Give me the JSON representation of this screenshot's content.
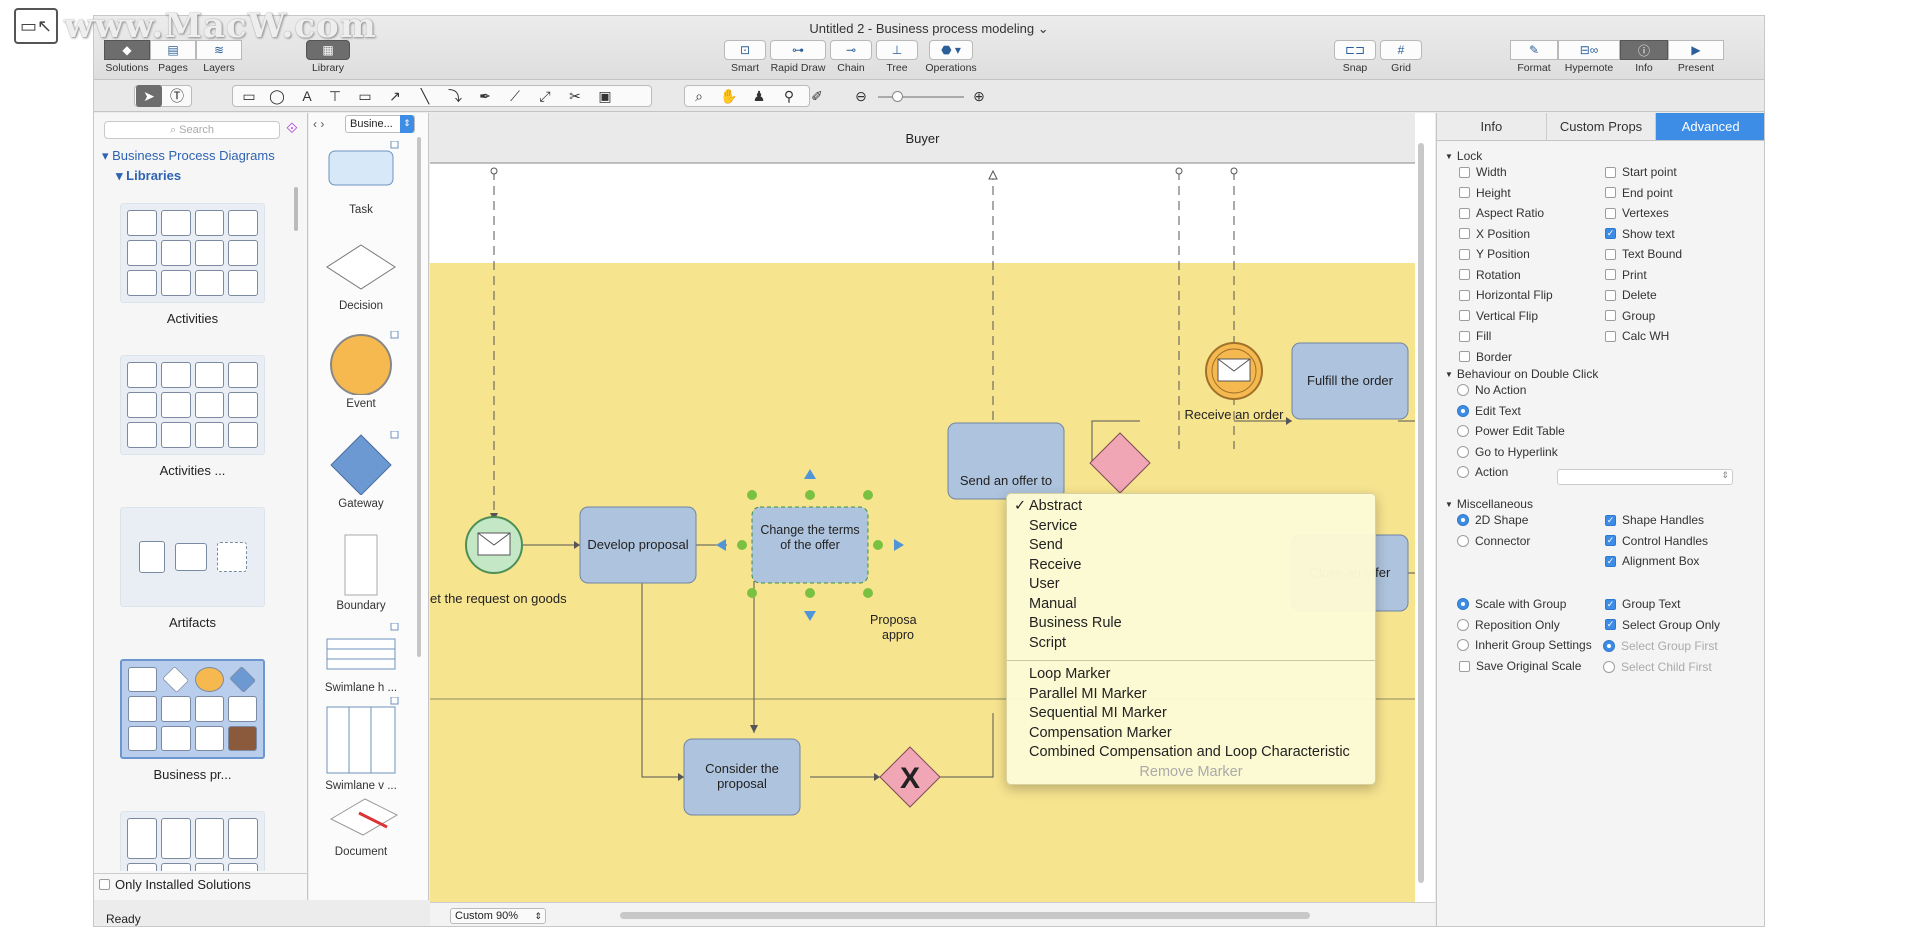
{
  "watermark": {
    "icon": "screen-cursor-icon",
    "text": "www.MacW.com"
  },
  "window": {
    "title": "Untitled 2 - Business process modeling ⌄"
  },
  "toolbar": {
    "solutions": "Solutions",
    "pages": "Pages",
    "layers": "Layers",
    "library": "Library",
    "smart": "Smart",
    "rapid_draw": "Rapid Draw",
    "chain": "Chain",
    "tree": "Tree",
    "operations": "Operations",
    "snap": "Snap",
    "grid": "Grid",
    "format": "Format",
    "hypernote": "Hypernote",
    "info": "Info",
    "present": "Present"
  },
  "sidebar": {
    "search_placeholder": "Search",
    "tree_root": "Business Process Diagrams",
    "tree_child": "Libraries",
    "libraries": [
      "Activities",
      "Activities ...",
      "Artifacts",
      "Business pr..."
    ],
    "only_installed": "Only Installed Solutions",
    "status": "Ready"
  },
  "library_panel": {
    "dropdown": "Busine...",
    "shapes": [
      "Task",
      "Decision",
      "Event",
      "Gateway",
      "Boundary",
      "Swimlane h ...",
      "Swimlane v ...",
      "Document"
    ]
  },
  "canvas": {
    "lane_header": "Buyer",
    "nodes": {
      "develop": "Develop proposal",
      "change": "Change the terms of the offer",
      "consider": "Consider the proposal",
      "send_offer": "Send an offer to",
      "fulfill": "Fulfill the order",
      "close": "Close an offer",
      "receive_label": "Receive an order",
      "request_label": "et the request on goods",
      "proposal_label_1": "Proposa",
      "proposal_label_2": "appro"
    },
    "zoom": "Custom 90%"
  },
  "context_menu": {
    "checked": "Abstract",
    "group1": [
      "Abstract",
      "Service",
      "Send",
      "Receive",
      "User",
      "Manual",
      "Business Rule",
      "Script"
    ],
    "group2": [
      "Loop Marker",
      "Parallel MI Marker",
      "Sequential MI Marker",
      "Compensation Marker",
      "Combined Compensation and Loop Characteristic"
    ],
    "disabled": "Remove Marker"
  },
  "inspector": {
    "tabs": [
      "Info",
      "Custom Props",
      "Advanced"
    ],
    "active_tab": "Advanced",
    "lock_title": "Lock",
    "lock_left": [
      {
        "label": "Width",
        "checked": false
      },
      {
        "label": "Height",
        "checked": false
      },
      {
        "label": "Aspect Ratio",
        "checked": false
      },
      {
        "label": "X Position",
        "checked": false
      },
      {
        "label": "Y Position",
        "checked": false
      },
      {
        "label": "Rotation",
        "checked": false
      },
      {
        "label": "Horizontal Flip",
        "checked": false
      },
      {
        "label": "Vertical Flip",
        "checked": false
      },
      {
        "label": "Fill",
        "checked": false
      },
      {
        "label": "Border",
        "checked": false
      }
    ],
    "lock_right": [
      {
        "label": "Start point",
        "checked": false
      },
      {
        "label": "End point",
        "checked": false
      },
      {
        "label": "Vertexes",
        "checked": false
      },
      {
        "label": "Show text",
        "checked": true
      },
      {
        "label": "Text Bound",
        "checked": false
      },
      {
        "label": "Print",
        "checked": false
      },
      {
        "label": "Delete",
        "checked": false
      },
      {
        "label": "Group",
        "checked": false
      },
      {
        "label": "Calc WH",
        "checked": false
      }
    ],
    "dbl_title": "Behaviour on Double Click",
    "dbl_options": [
      {
        "label": "No Action",
        "on": false
      },
      {
        "label": "Edit Text",
        "on": true
      },
      {
        "label": "Power Edit Table",
        "on": false
      },
      {
        "label": "Go to Hyperlink",
        "on": false
      },
      {
        "label": "Action",
        "on": false
      }
    ],
    "misc_title": "Miscellaneous",
    "misc_radio1": [
      {
        "label": "2D Shape",
        "on": true
      },
      {
        "label": "Connector",
        "on": false
      }
    ],
    "misc_checks1": [
      {
        "label": "Shape Handles",
        "checked": true
      },
      {
        "label": "Control Handles",
        "checked": true
      },
      {
        "label": "Alignment Box",
        "checked": true
      }
    ],
    "misc_radio2": [
      {
        "label": "Scale with Group",
        "on": true
      },
      {
        "label": "Reposition Only",
        "on": false
      },
      {
        "label": "Inherit Group Settings",
        "on": false
      }
    ],
    "save_scale": "Save Original Scale",
    "misc_checks2": [
      {
        "label": "Group Text",
        "checked": true
      },
      {
        "label": "Select Group Only",
        "checked": true
      }
    ],
    "misc_dis": [
      "Select Group First",
      "Select Child First"
    ]
  },
  "colors": {
    "accent": "#3d8de7",
    "lane_yellow": "#f7e48f",
    "task_fill": "#aec3dd",
    "event_green": "#c4e7c6",
    "gateway_pink": "#f0a6b4",
    "menu_bg": "#fcfad4"
  }
}
